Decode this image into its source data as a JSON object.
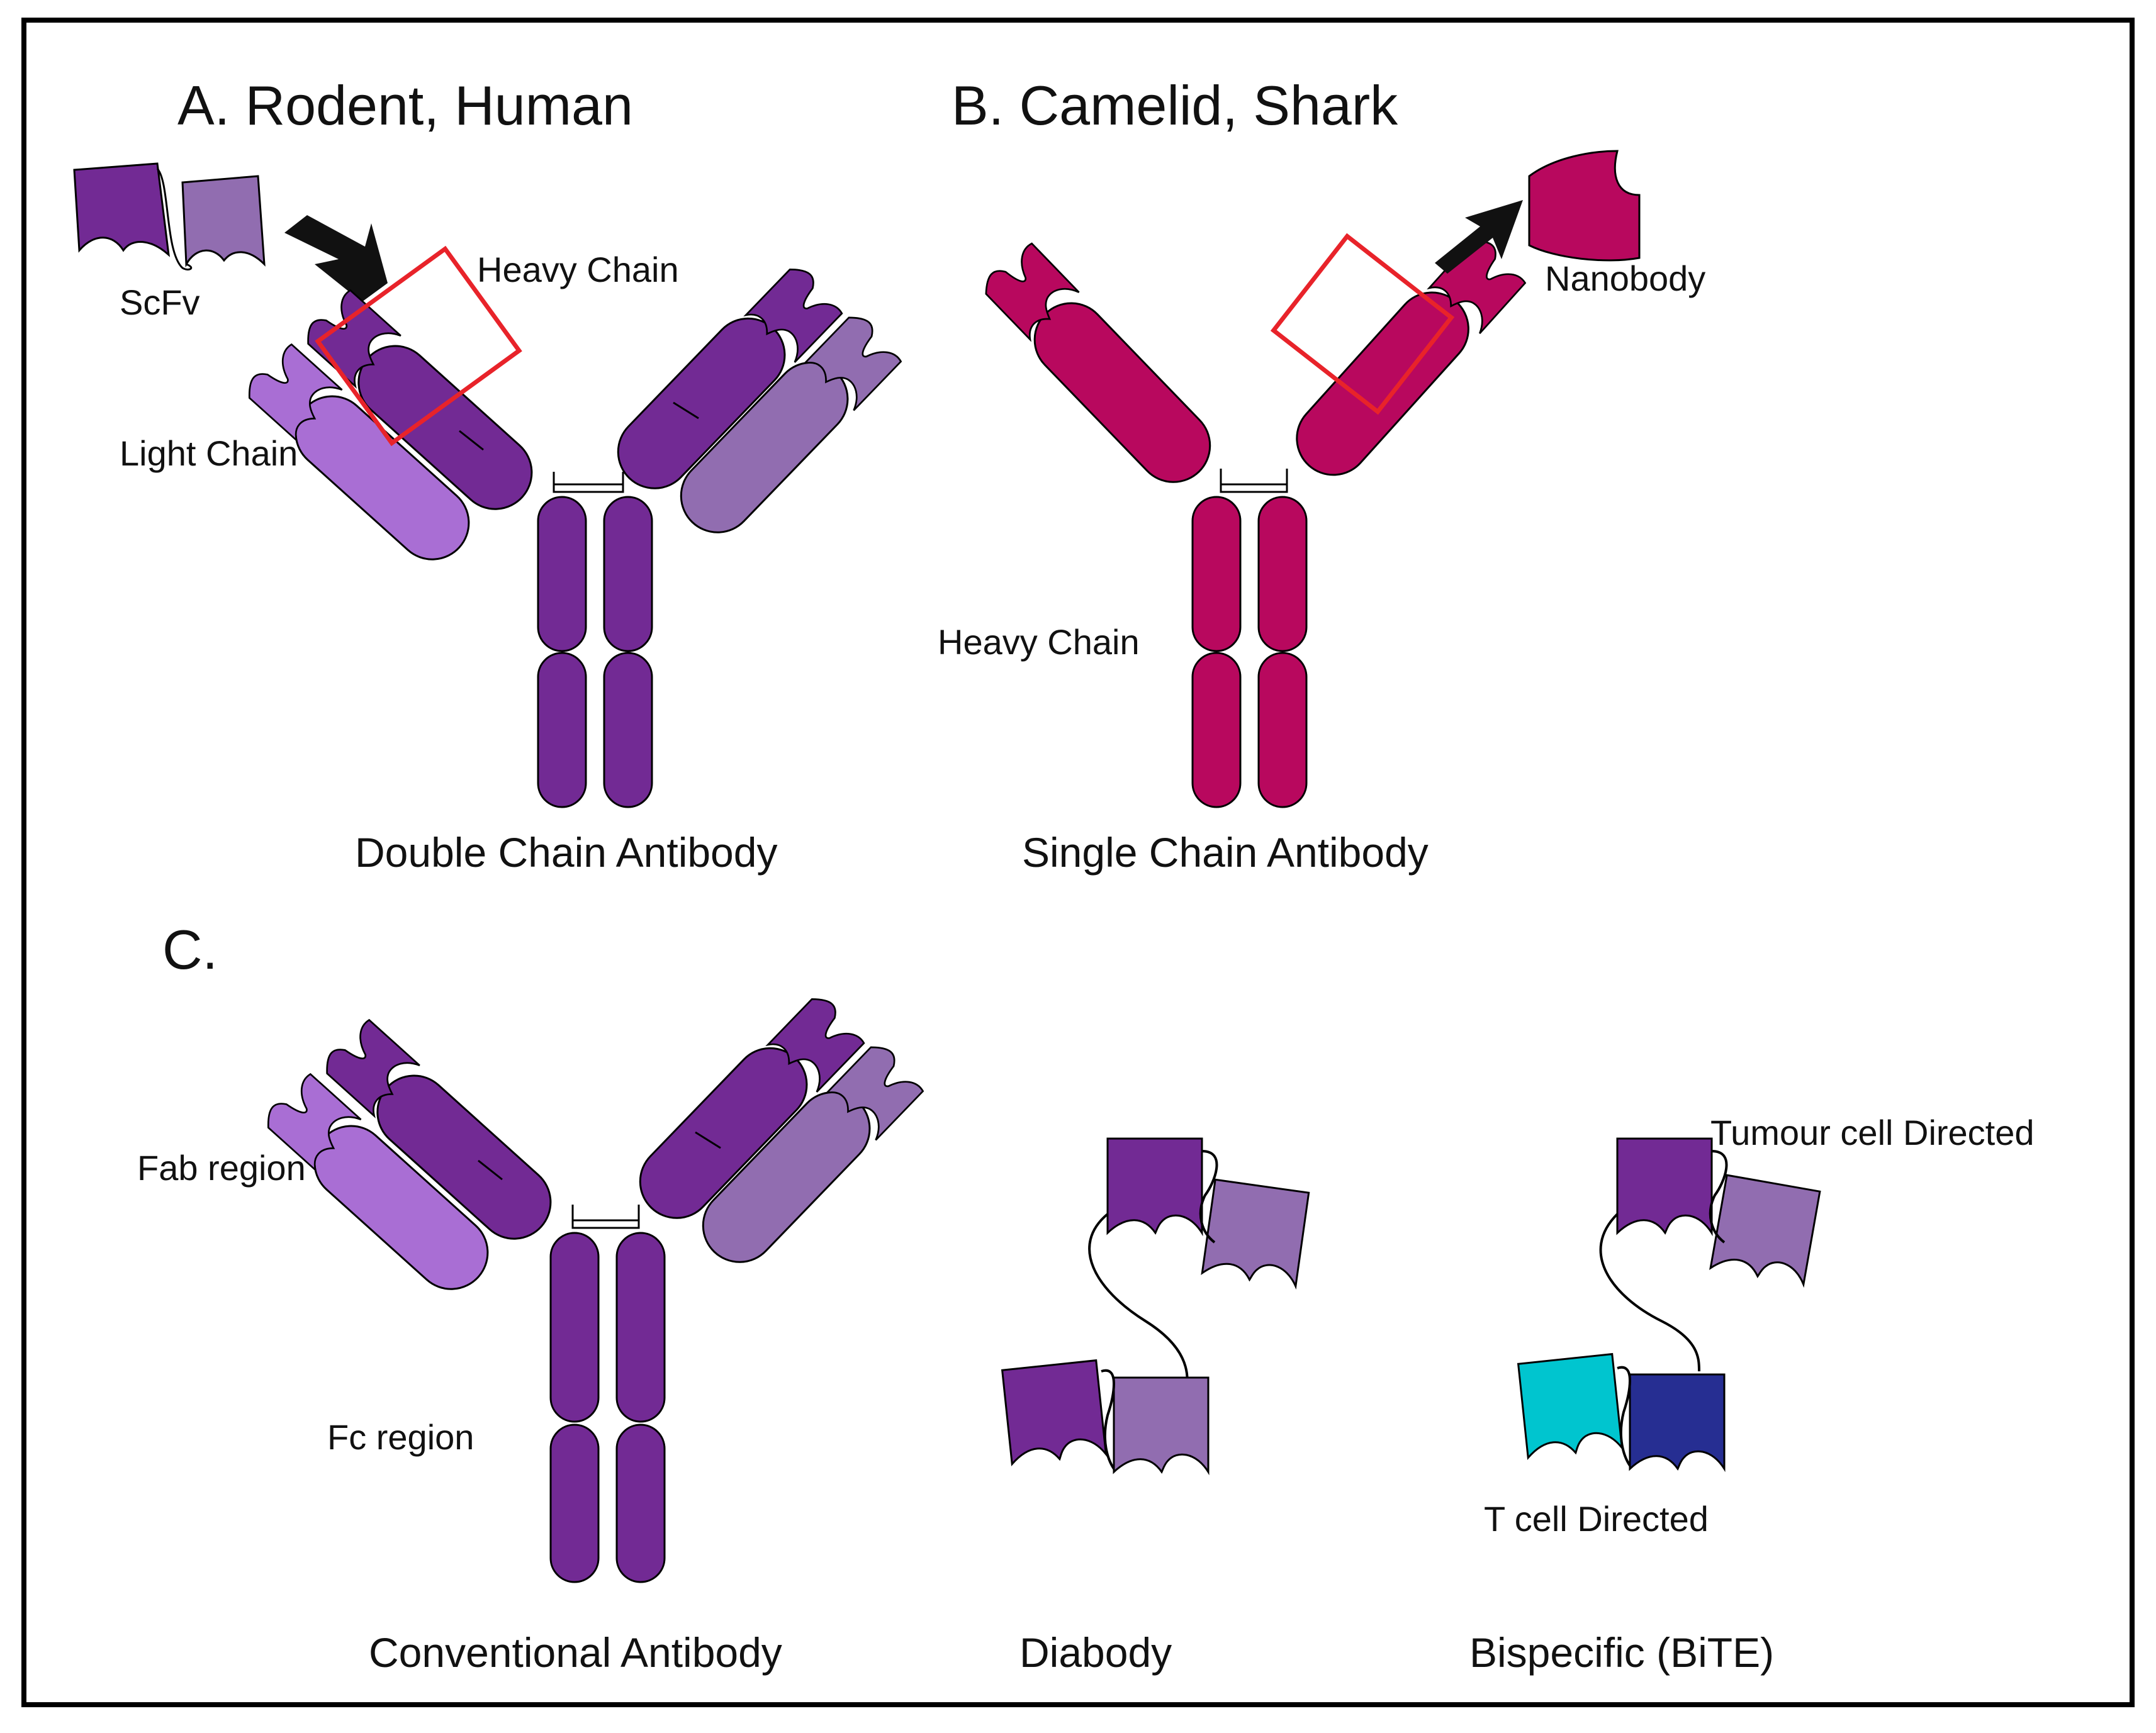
{
  "panels": {
    "a": {
      "heading": "A.  Rodent, Human",
      "heavy_chain": "Heavy Chain",
      "light_chain": "Light Chain",
      "scfv": "ScFv",
      "caption": "Double Chain Antibody"
    },
    "b": {
      "heading": "B. Camelid, Shark",
      "heavy_chain": "Heavy Chain",
      "nanobody": "Nanobody",
      "caption": "Single Chain Antibody"
    },
    "c": {
      "heading": "C.",
      "fab_region": "Fab region",
      "fc_region": "Fc region",
      "conventional_caption": "Conventional Antibody",
      "diabody_caption": "Diabody",
      "bispecific_caption": "Bispecific (BiTE)",
      "tumour_label": "Tumour cell Directed",
      "tcell_label": "T cell Directed"
    }
  },
  "colors": {
    "heavy_dark_purple": "#722a94",
    "light_purple": "#a96ed4",
    "mid_purple": "#916db0",
    "camelid_magenta": "#b8085e",
    "t_cell_cyan": "#00c5cf",
    "t_cell_navy": "#262e92",
    "highlight_red": "#e8232a"
  }
}
